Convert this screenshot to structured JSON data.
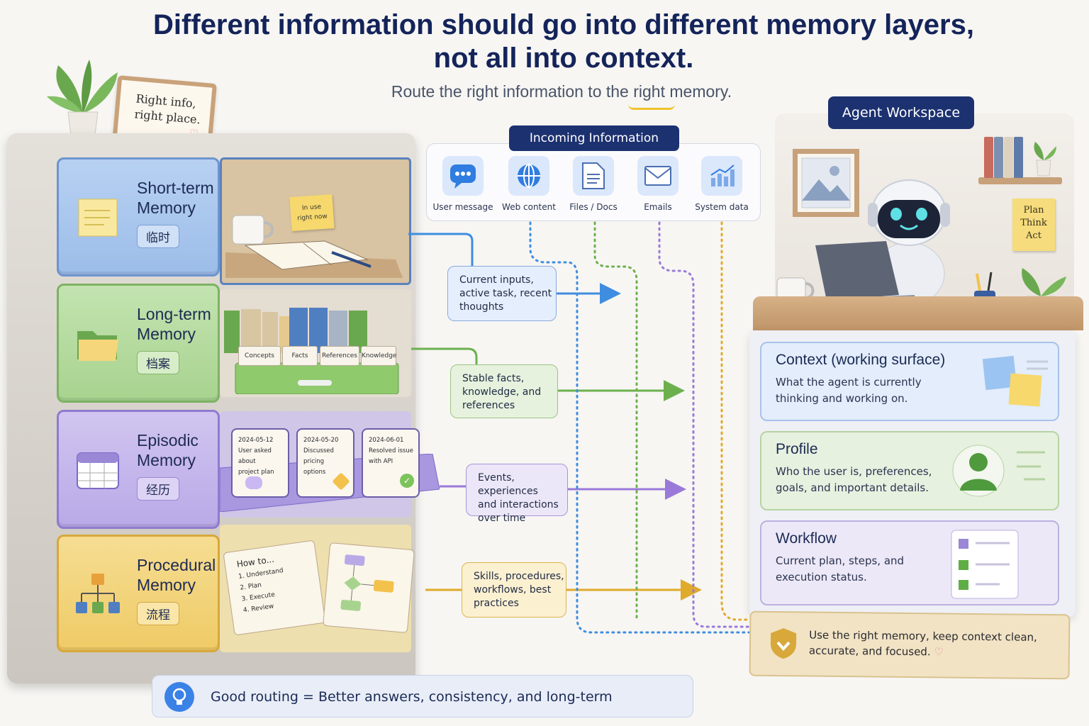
{
  "title_line1": "Different information should go into different memory layers,",
  "title_line2": "not all into context.",
  "subtitle": "Route the right information to the right memory.",
  "sign": {
    "line1": "Right info,",
    "line2": "right place."
  },
  "memory_layers": [
    {
      "name1": "Short-term",
      "name2": "Memory",
      "tag": "临时",
      "color": "#9cbde9"
    },
    {
      "name1": "Long-term",
      "name2": "Memory",
      "tag": "档案",
      "color": "#a8d38f"
    },
    {
      "name1": "Episodic",
      "name2": "Memory",
      "tag": "经历",
      "color": "#b9a9e7"
    },
    {
      "name1": "Procedural",
      "name2": "Memory",
      "tag": "流程",
      "color": "#efcb66"
    }
  ],
  "short_term_note": {
    "line1": "In use",
    "line2": "right now"
  },
  "binder_labels": [
    "Concepts",
    "Facts",
    "References",
    "Knowledge"
  ],
  "episode_cards": [
    {
      "date": "2024-05-12",
      "line1": "User asked about",
      "line2": "project plan"
    },
    {
      "date": "2024-05-20",
      "line1": "Discussed pricing",
      "line2": "options"
    },
    {
      "date": "2024-06-01",
      "line1": "Resolved issue",
      "line2": "with API"
    }
  ],
  "howto": {
    "title": "How to...",
    "steps": [
      "1. Understand",
      "2. Plan",
      "3. Execute",
      "4. Review"
    ]
  },
  "incoming": {
    "title": "Incoming Information",
    "sources": [
      {
        "label": "User message",
        "icon": "chat-bubble-icon"
      },
      {
        "label": "Web content",
        "icon": "globe-icon"
      },
      {
        "label": "Files / Docs",
        "icon": "document-icon"
      },
      {
        "label": "Emails",
        "icon": "envelope-icon"
      },
      {
        "label": "System data",
        "icon": "bar-chart-icon"
      }
    ]
  },
  "routes": [
    {
      "line1": "Current inputs,",
      "line2": "active task, recent",
      "line3": "thoughts",
      "color": "#3f8de0"
    },
    {
      "line1": "Stable facts,",
      "line2": "knowledge, and",
      "line3": "references",
      "color": "#6cb04e"
    },
    {
      "line1": "Events, experiences",
      "line2": "and interactions",
      "line3": "over time",
      "color": "#9a7ad8"
    },
    {
      "line1": "Skills, procedures,",
      "line2": "workflows, best",
      "line3": "practices",
      "color": "#e0aa2a"
    }
  ],
  "workspace": {
    "title": "Agent Workspace",
    "sticky": {
      "line1": "Plan",
      "line2": "Think",
      "line3": "Act"
    },
    "cards": [
      {
        "title": "Context (working surface)",
        "desc1": "What the agent is currently",
        "desc2": "thinking and working on."
      },
      {
        "title": "Profile",
        "desc1": "Who the user is, preferences,",
        "desc2": "goals, and important details."
      },
      {
        "title": "Workflow",
        "desc1": "Current plan, steps, and",
        "desc2": "execution status."
      }
    ],
    "note": {
      "line1": "Use the right memory, keep context clean,",
      "line2": "accurate, and focused."
    }
  },
  "footer": "Good routing = Better answers, consistency, and long-term intelligence."
}
